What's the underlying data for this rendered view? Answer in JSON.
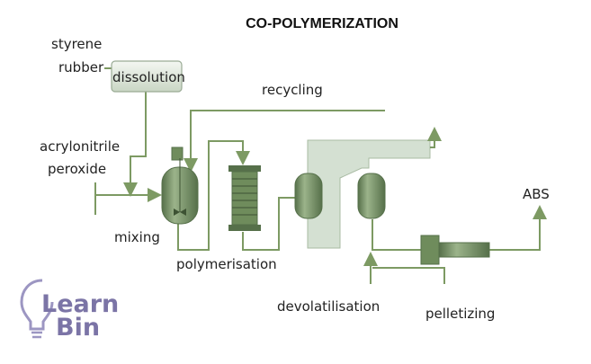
{
  "title": "CO-POLYMERIZATION",
  "labels": {
    "styrene": "styrene",
    "rubber": "rubber",
    "dissolution": "dissolution",
    "recycling": "recycling",
    "acrylonitrile": "acrylonitrile",
    "peroxide": "peroxide",
    "mixing": "mixing",
    "polymerisation": "polymerisation",
    "devolatilisation": "devolatilisation",
    "pelletizing": "pelletizing",
    "abs": "ABS"
  },
  "logo": {
    "line1": "Learn",
    "line2": "Bin"
  },
  "colors": {
    "pipe": "#7d9a63",
    "vessel": "#6f8c5c",
    "tank": "#d4e0d2",
    "logo": "#7b74a6"
  }
}
